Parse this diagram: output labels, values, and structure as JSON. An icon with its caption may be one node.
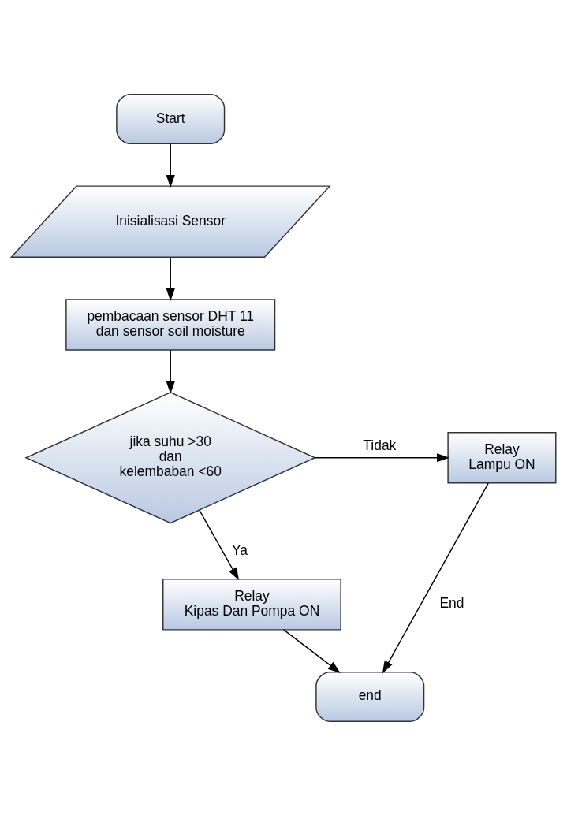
{
  "diagram": {
    "nodes": [
      {
        "text": [
          "Start"
        ]
      },
      {
        "text": [
          "Inisialisasi Sensor"
        ]
      },
      {
        "text": [
          "pembacaan sensor DHT 11 dan sensor soil moisture"
        ]
      },
      {
        "text": [
          "jika suhu >30 dan kelembaban <60"
        ]
      },
      {
        "text": [
          "Relay Lampu ON"
        ]
      },
      {
        "text": [
          "Relay Kipas Dan Pompa ON"
        ]
      },
      {
        "text": [
          "end"
        ]
      }
    ],
    "edges": [
      {
        "from": 0,
        "to": 1,
        "arrow": "to"
      },
      {
        "from": 1,
        "to": 2,
        "arrow": "to"
      },
      {
        "from": 2,
        "to": 3,
        "arrow": "to"
      },
      {
        "from": 3,
        "to": 4,
        "arrow": "to",
        "label": "Tidak"
      },
      {
        "from": 3,
        "to": 5,
        "arrow": "to",
        "label": "Ya"
      },
      {
        "from": 5,
        "to": 6,
        "arrow": "to"
      },
      {
        "from": 4,
        "to": 6,
        "arrow": "to",
        "label": "End"
      }
    ]
  }
}
